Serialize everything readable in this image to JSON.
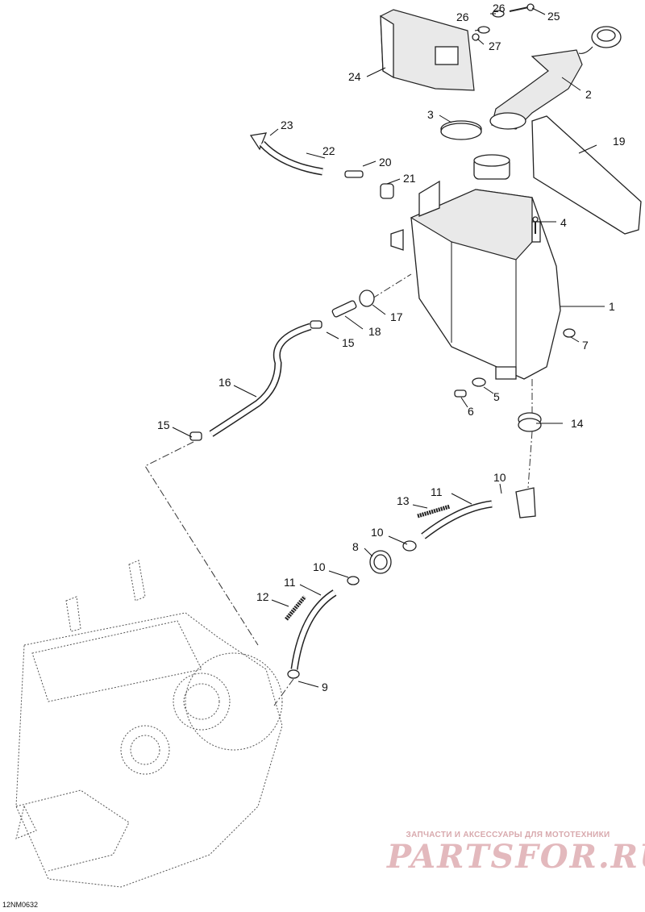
{
  "diagram": {
    "reference_code": "12NM0632",
    "watermark": {
      "tagline": "ЗАПЧАСТИ И АКСЕССУАРЫ ДЛЯ МОТОТЕХНИКИ",
      "brand": "PARTSFOR.RU"
    },
    "callouts": [
      {
        "id": "c1",
        "label": "1"
      },
      {
        "id": "c2",
        "label": "2"
      },
      {
        "id": "c3",
        "label": "3"
      },
      {
        "id": "c4",
        "label": "4"
      },
      {
        "id": "c5",
        "label": "5"
      },
      {
        "id": "c6",
        "label": "6"
      },
      {
        "id": "c7",
        "label": "7"
      },
      {
        "id": "c8",
        "label": "8"
      },
      {
        "id": "c9",
        "label": "9"
      },
      {
        "id": "c10a",
        "label": "10"
      },
      {
        "id": "c10b",
        "label": "10"
      },
      {
        "id": "c10c",
        "label": "10"
      },
      {
        "id": "c11a",
        "label": "11"
      },
      {
        "id": "c11b",
        "label": "11"
      },
      {
        "id": "c12",
        "label": "12"
      },
      {
        "id": "c13",
        "label": "13"
      },
      {
        "id": "c14",
        "label": "14"
      },
      {
        "id": "c15a",
        "label": "15"
      },
      {
        "id": "c15b",
        "label": "15"
      },
      {
        "id": "c16",
        "label": "16"
      },
      {
        "id": "c17",
        "label": "17"
      },
      {
        "id": "c18",
        "label": "18"
      },
      {
        "id": "c19",
        "label": "19"
      },
      {
        "id": "c20",
        "label": "20"
      },
      {
        "id": "c21",
        "label": "21"
      },
      {
        "id": "c22",
        "label": "22"
      },
      {
        "id": "c23",
        "label": "23"
      },
      {
        "id": "c24",
        "label": "24"
      },
      {
        "id": "c25",
        "label": "25"
      },
      {
        "id": "c26a",
        "label": "26"
      },
      {
        "id": "c26b",
        "label": "26"
      },
      {
        "id": "c27",
        "label": "27"
      }
    ]
  }
}
